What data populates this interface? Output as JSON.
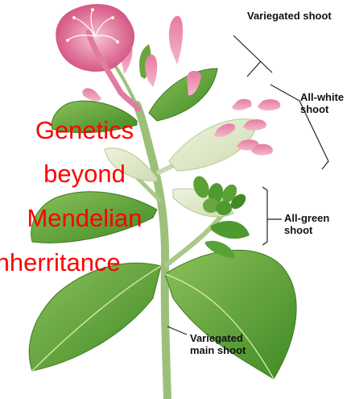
{
  "labels": {
    "variegated_shoot": "Variegated shoot",
    "all_white_line1": "All-white",
    "all_white_line2": "shoot",
    "all_green_line1": "All-green",
    "all_green_line2": "shoot",
    "main_line1": "Variegated",
    "main_line2": "main shoot"
  },
  "title": {
    "line1": "Genetics",
    "line2": "beyond",
    "line3": "Mendelian",
    "line4": "Inherritance",
    "color": "#ff0000"
  },
  "colors": {
    "flower_pink": "#e0739a",
    "leaf_green": "#4f9a30",
    "pale_leaf": "#dfe8c9",
    "stem": "#a9c98a"
  }
}
